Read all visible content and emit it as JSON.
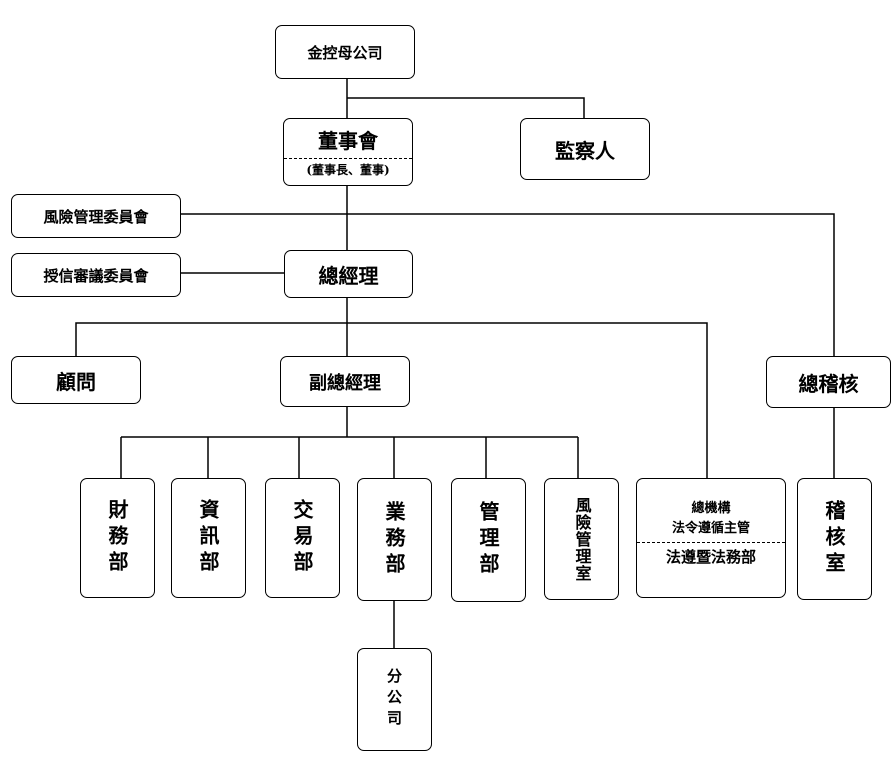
{
  "nodes": {
    "holding": "金控母公司",
    "board": "董事會",
    "board_sub": "(董事長、董事)",
    "supervisor": "監察人",
    "risk_committee": "風險管理委員會",
    "credit_committee": "授信審議委員會",
    "gm": "總經理",
    "advisor": "顧問",
    "deputy_gm": "副總經理",
    "chief_auditor": "總稽核",
    "finance": "財務部",
    "it": "資訊部",
    "trading": "交易部",
    "business": "業務部",
    "management": "管理部",
    "risk_office": "風險管理室",
    "compliance_top": "總機構",
    "compliance_mid": "法令遵循主管",
    "compliance_bot": "法遵暨法務部",
    "audit_office": "稽核室",
    "branch": "分公司"
  }
}
